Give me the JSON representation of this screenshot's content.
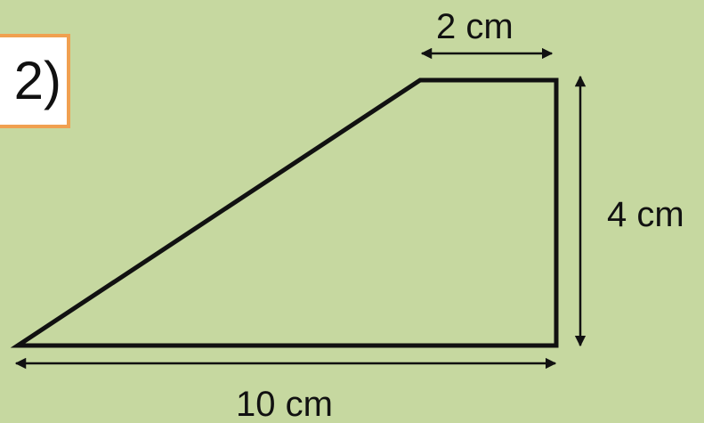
{
  "problem": {
    "number_label": "2)"
  },
  "dimensions": {
    "top": "2 cm",
    "right": "4 cm",
    "bottom": "10 cm"
  },
  "colors": {
    "background": "#c6d8a0",
    "box_border": "#f0a050",
    "stroke": "#111111"
  }
}
